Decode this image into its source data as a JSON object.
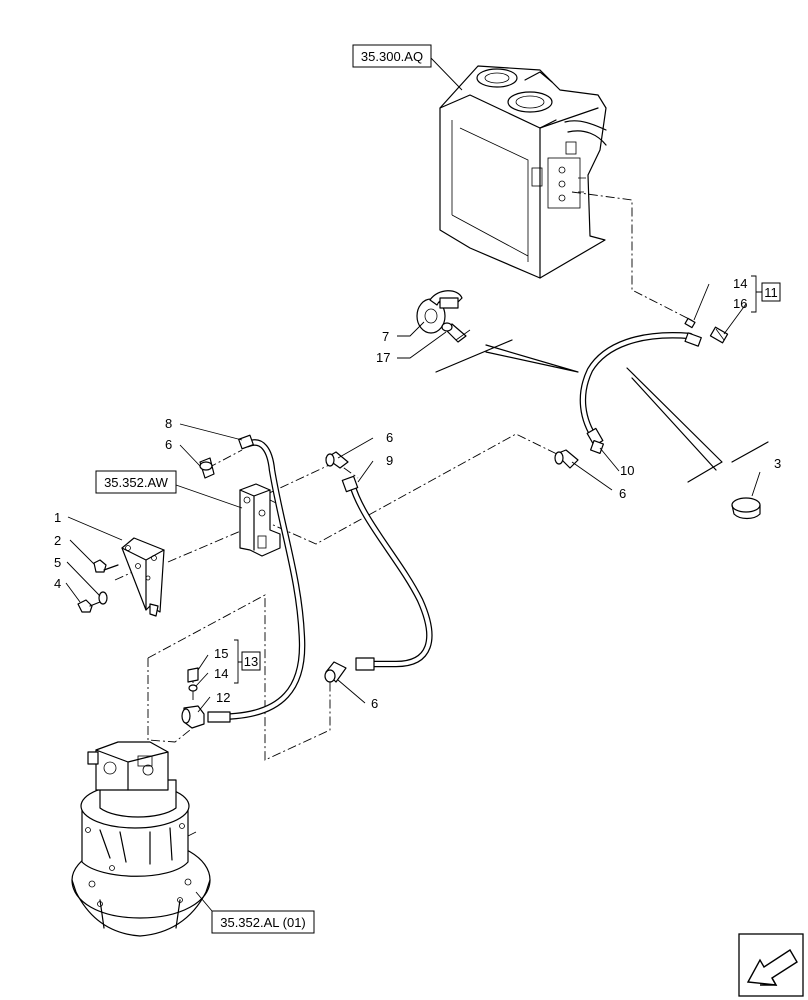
{
  "references": {
    "tank": "35.300.AQ",
    "valve_block": "35.352.AW",
    "swing_motor": "35.352.AL (01)"
  },
  "callouts": {
    "c1": "1",
    "c2": "2",
    "c3": "3",
    "c4": "4",
    "c5": "5",
    "c6a": "6",
    "c6b": "6",
    "c6c": "6",
    "c6d": "6",
    "c7": "7",
    "c8": "8",
    "c9": "9",
    "c10": "10",
    "c12": "12",
    "c14a": "14",
    "c14b": "14",
    "c15": "15",
    "c16": "16",
    "c17": "17"
  },
  "kits": {
    "k11": "11",
    "k13": "13"
  },
  "icons": {
    "nav": "arrow-left-down-icon"
  }
}
